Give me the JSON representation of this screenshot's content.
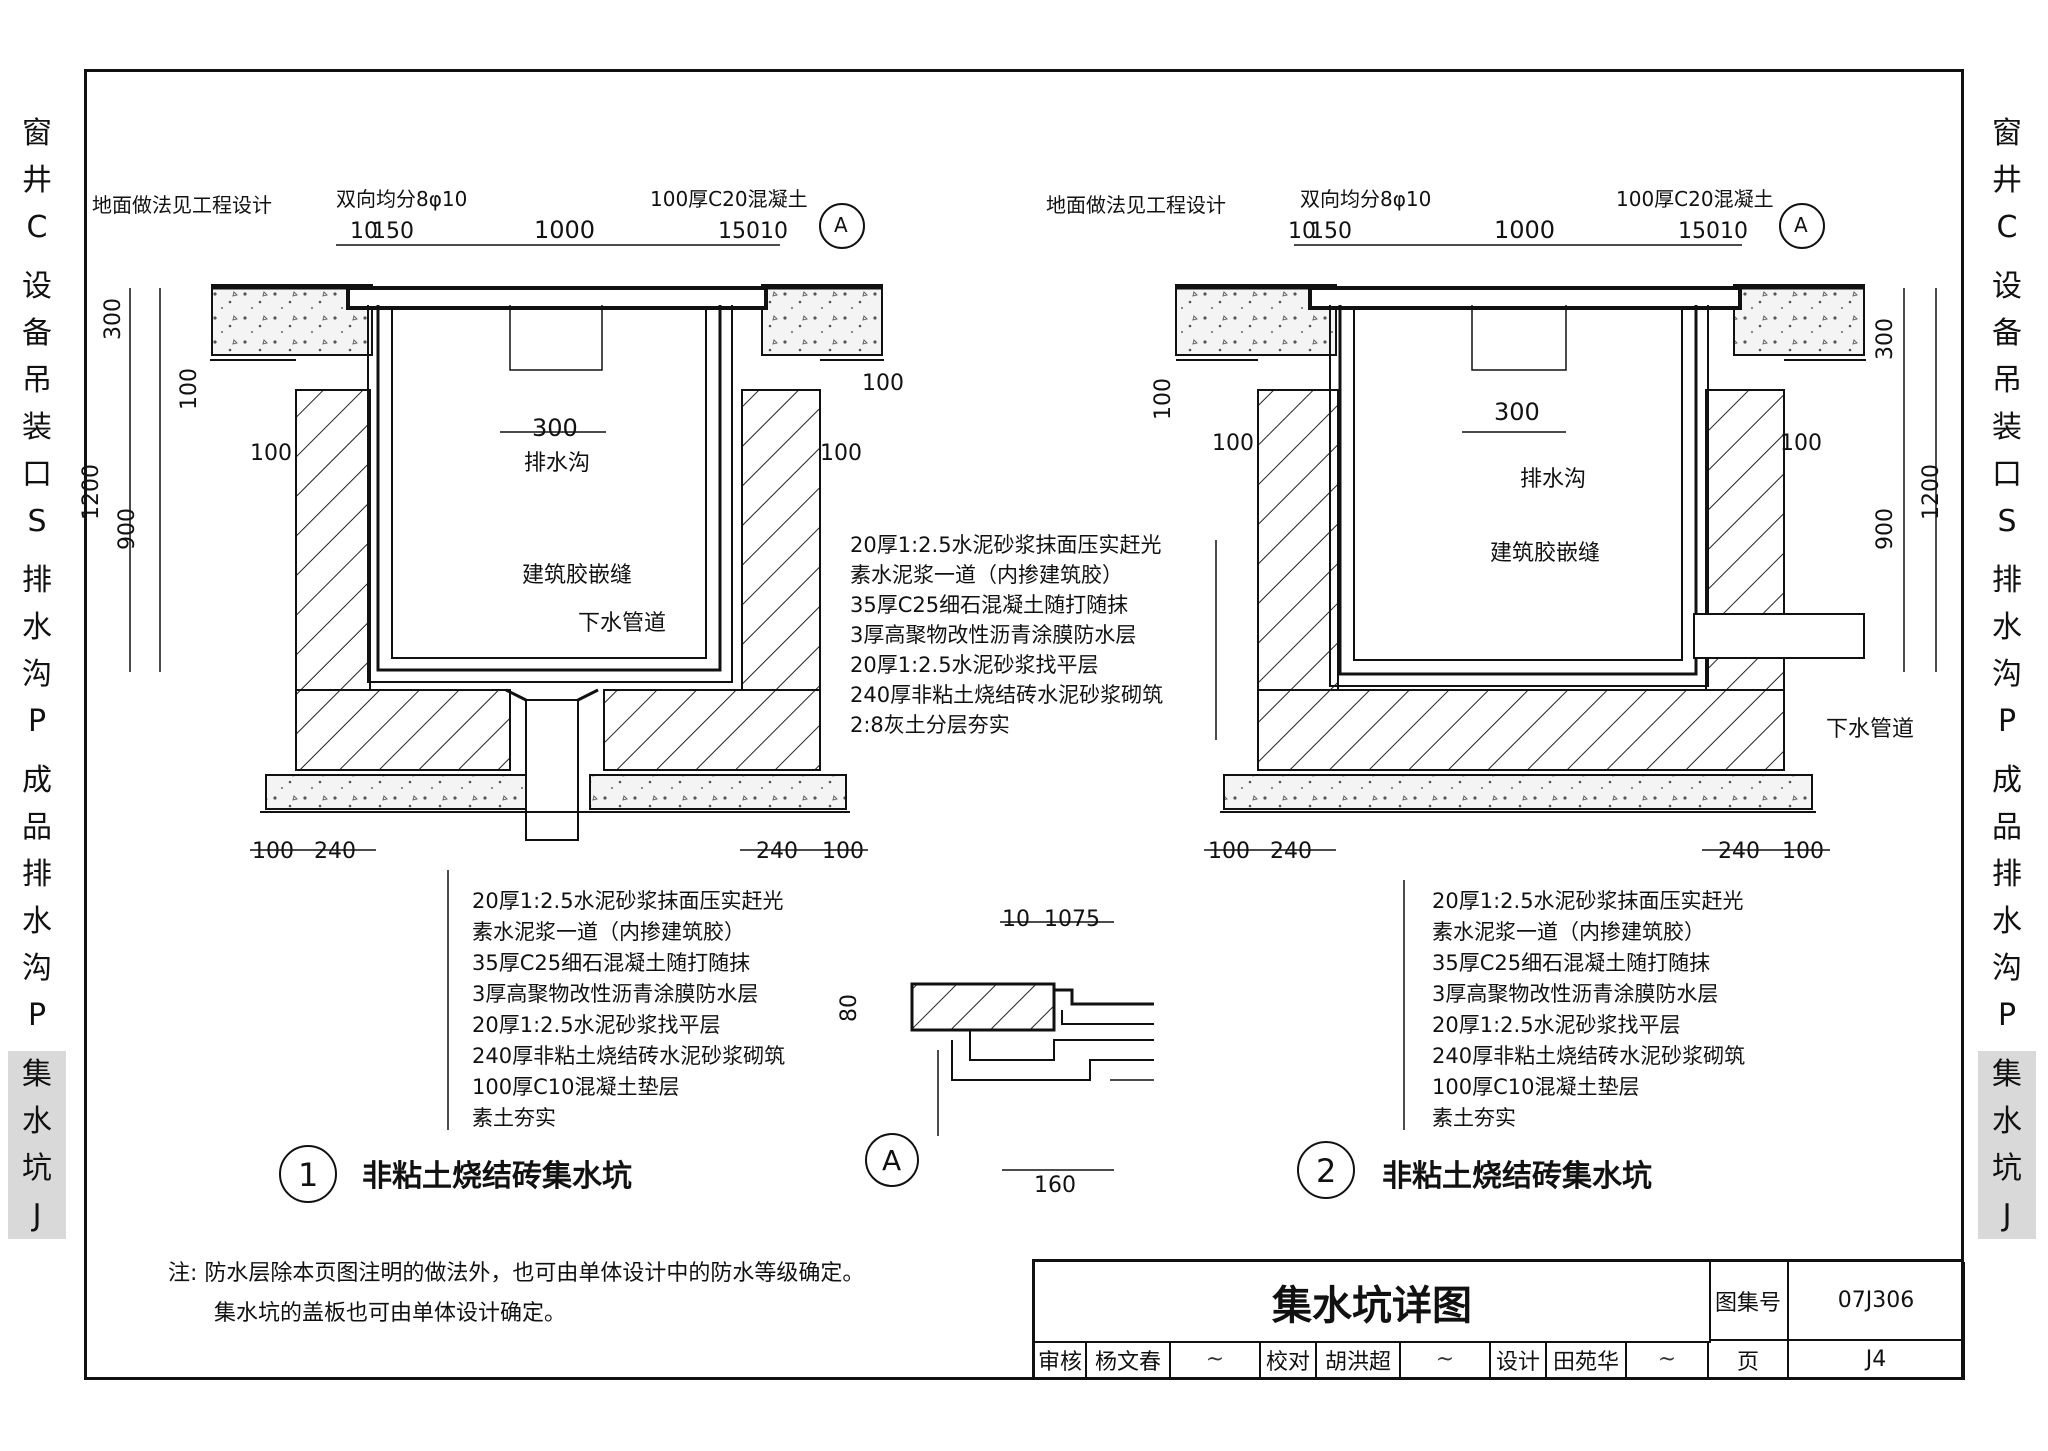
{
  "sidebar": {
    "tabs": [
      {
        "label": "窗\n井\nC",
        "active": false
      },
      {
        "label": "设\n备\n吊\n装\n口\nS",
        "active": false
      },
      {
        "label": "排\n水\n沟\nP",
        "active": false
      },
      {
        "label": "成\n品\n排\n水\n沟\nP",
        "active": false
      },
      {
        "label": "集\n水\n坑\nJ",
        "active": true
      }
    ]
  },
  "detail1": {
    "num": "1",
    "title": "非粘土烧结砖集水坑",
    "top_labels": {
      "ground": "地面做法见工程设计",
      "rebar": "双向均分8φ10",
      "cover": "100厚C20混凝土"
    },
    "dims": {
      "d10a": "10",
      "d150a": "150",
      "d1000": "1000",
      "d150b": "150",
      "d10b": "10",
      "d300v": "300",
      "d1200": "1200",
      "d900": "900",
      "d100a": "100",
      "d100b": "100",
      "d100c": "100",
      "d100d": "100",
      "d300": "300",
      "bottom": [
        "100",
        "240",
        "240",
        "100"
      ]
    },
    "inner": {
      "trench": "排水沟",
      "sealant": "建筑胶嵌缝",
      "pipe": "下水管道"
    },
    "layers": [
      "20厚1:2.5水泥砂浆抹面压实赶光",
      "素水泥浆一道（内掺建筑胶）",
      "35厚C25细石混凝土随打随抹",
      "3厚高聚物改性沥青涂膜防水层",
      "20厚1:2.5水泥砂浆找平层",
      "240厚非粘土烧结砖水泥砂浆砌筑",
      "100厚C10混凝土垫层",
      "素土夯实"
    ]
  },
  "middle_layers": [
    "20厚1:2.5水泥砂浆抹面压实赶光",
    "素水泥浆一道（内掺建筑胶）",
    "35厚C25细石混凝土随打随抹",
    "3厚高聚物改性沥青涂膜防水层",
    "20厚1:2.5水泥砂浆找平层",
    "240厚非粘土烧结砖水泥砂浆砌筑",
    "2:8灰土分层夯实"
  ],
  "detailA": {
    "label": "A",
    "d10": "10",
    "d1075": "1075",
    "d80": "80",
    "d160": "160"
  },
  "detail2": {
    "num": "2",
    "title": "非粘土烧结砖集水坑",
    "top_labels": {
      "ground": "地面做法见工程设计",
      "rebar": "双向均分8φ10",
      "cover": "100厚C20混凝土"
    },
    "dims": {
      "d10a": "10",
      "d150a": "150",
      "d1000": "1000",
      "d150b": "150",
      "d10b": "10",
      "d300v": "300",
      "d1200": "1200",
      "d900": "900",
      "d100a": "100",
      "d100b": "100",
      "d100c": "100",
      "d300": "300",
      "bottom": [
        "100",
        "240",
        "240",
        "100"
      ]
    },
    "inner": {
      "trench": "排水沟",
      "sealant": "建筑胶嵌缝",
      "pipe": "下水管道"
    },
    "layers": [
      "20厚1:2.5水泥砂浆抹面压实赶光",
      "素水泥浆一道（内掺建筑胶）",
      "35厚C25细石混凝土随打随抹",
      "3厚高聚物改性沥青涂膜防水层",
      "20厚1:2.5水泥砂浆找平层",
      "240厚非粘土烧结砖水泥砂浆砌筑",
      "100厚C10混凝土垫层",
      "素土夯实"
    ]
  },
  "notes": {
    "prefix": "注:",
    "line1": "防水层除本页图注明的做法外，也可由单体设计中的防水等级确定。",
    "line2": "集水坑的盖板也可由单体设计确定。"
  },
  "titleblock": {
    "title": "集水坑详图",
    "atlas_label": "图集号",
    "atlas_value": "07J306",
    "page_label": "页",
    "page_value": "J4",
    "review_label": "审核",
    "reviewer": "杨文春",
    "check_label": "校对",
    "checker": "胡洪超",
    "design_label": "设计",
    "designer": "田苑华"
  }
}
